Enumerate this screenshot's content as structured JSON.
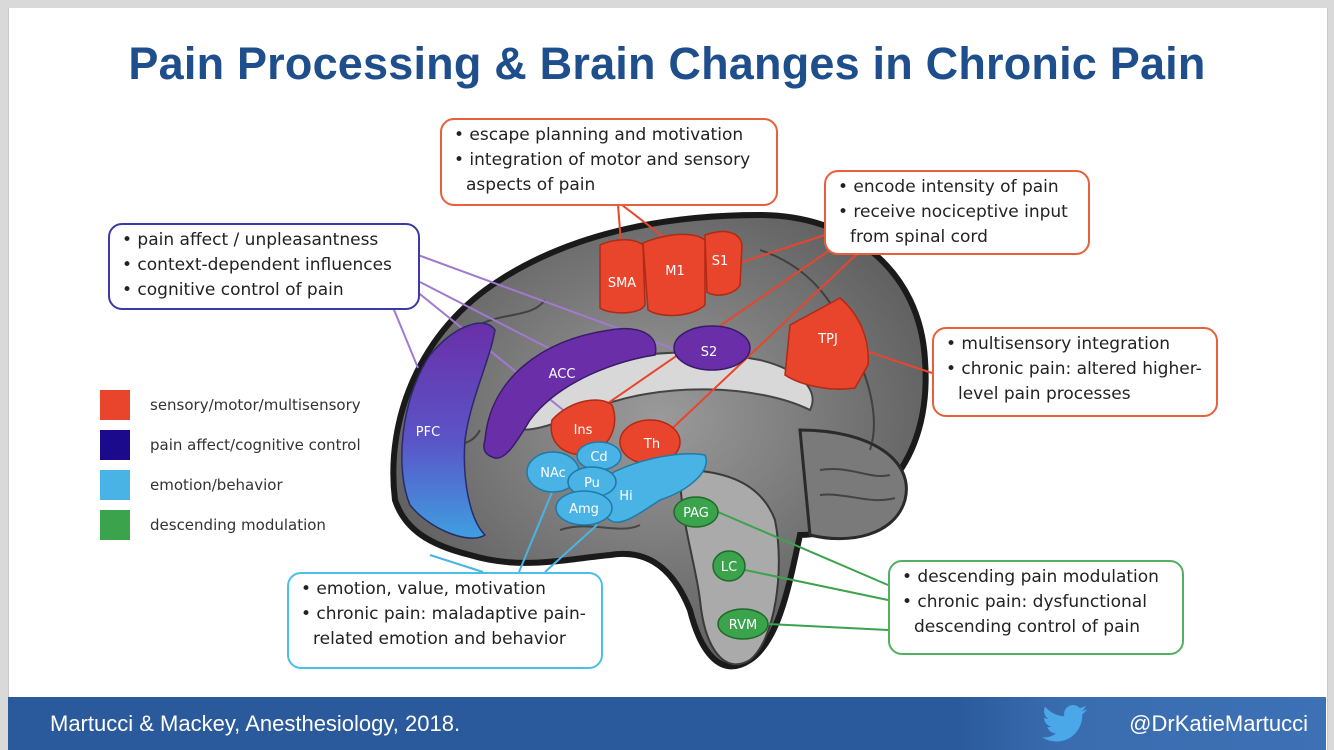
{
  "title": "Pain Processing & Brain Changes in Chronic Pain",
  "colors": {
    "title": "#1f4e8c",
    "sensory": "#e8452c",
    "affect": "#6a2fa8",
    "emotion": "#4ab3e6",
    "descending": "#3aa34c",
    "footer": "#2a5a9c"
  },
  "callouts": {
    "motor": {
      "lines": [
        "• escape planning and motivation",
        "• integration of motor and sensory",
        "aspects of pain"
      ]
    },
    "sensory": {
      "lines": [
        "• encode intensity of pain",
        "• receive nociceptive input",
        "from spinal cord"
      ]
    },
    "affect": {
      "lines": [
        "• pain affect / unpleasantness",
        "• context-dependent influences",
        "• cognitive control of pain"
      ]
    },
    "tpj": {
      "lines": [
        "• multisensory integration",
        "• chronic pain: altered higher-",
        "level pain processes"
      ]
    },
    "emotion": {
      "lines": [
        "• emotion, value, motivation",
        "• chronic pain: maladaptive pain-",
        "related emotion and behavior"
      ]
    },
    "descending": {
      "lines": [
        "• descending pain modulation",
        "• chronic pain: dysfunctional",
        "descending control of pain"
      ]
    }
  },
  "legend": [
    {
      "label": "sensory/motor/multisensory",
      "color": "#e8452c"
    },
    {
      "label": "pain affect/cognitive control",
      "color": "#1c0a8c"
    },
    {
      "label": "emotion/behavior",
      "color": "#4ab3e6"
    },
    {
      "label": "descending modulation",
      "color": "#3aa34c"
    }
  ],
  "regions": {
    "sma": "SMA",
    "m1": "M1",
    "s1": "S1",
    "tpj": "TPJ",
    "s2": "S2",
    "acc": "ACC",
    "pfc": "PFC",
    "ins": "Ins",
    "th": "Th",
    "cd": "Cd",
    "nac": "NAc",
    "pu": "Pu",
    "hi": "Hi",
    "amg": "Amg",
    "pag": "PAG",
    "lc": "LC",
    "rvm": "RVM"
  },
  "footer": {
    "citation": "Martucci & Mackey, Anesthesiology, 2018.",
    "handle": "@DrKatieMartucci",
    "icon": "twitter-bird-icon"
  }
}
